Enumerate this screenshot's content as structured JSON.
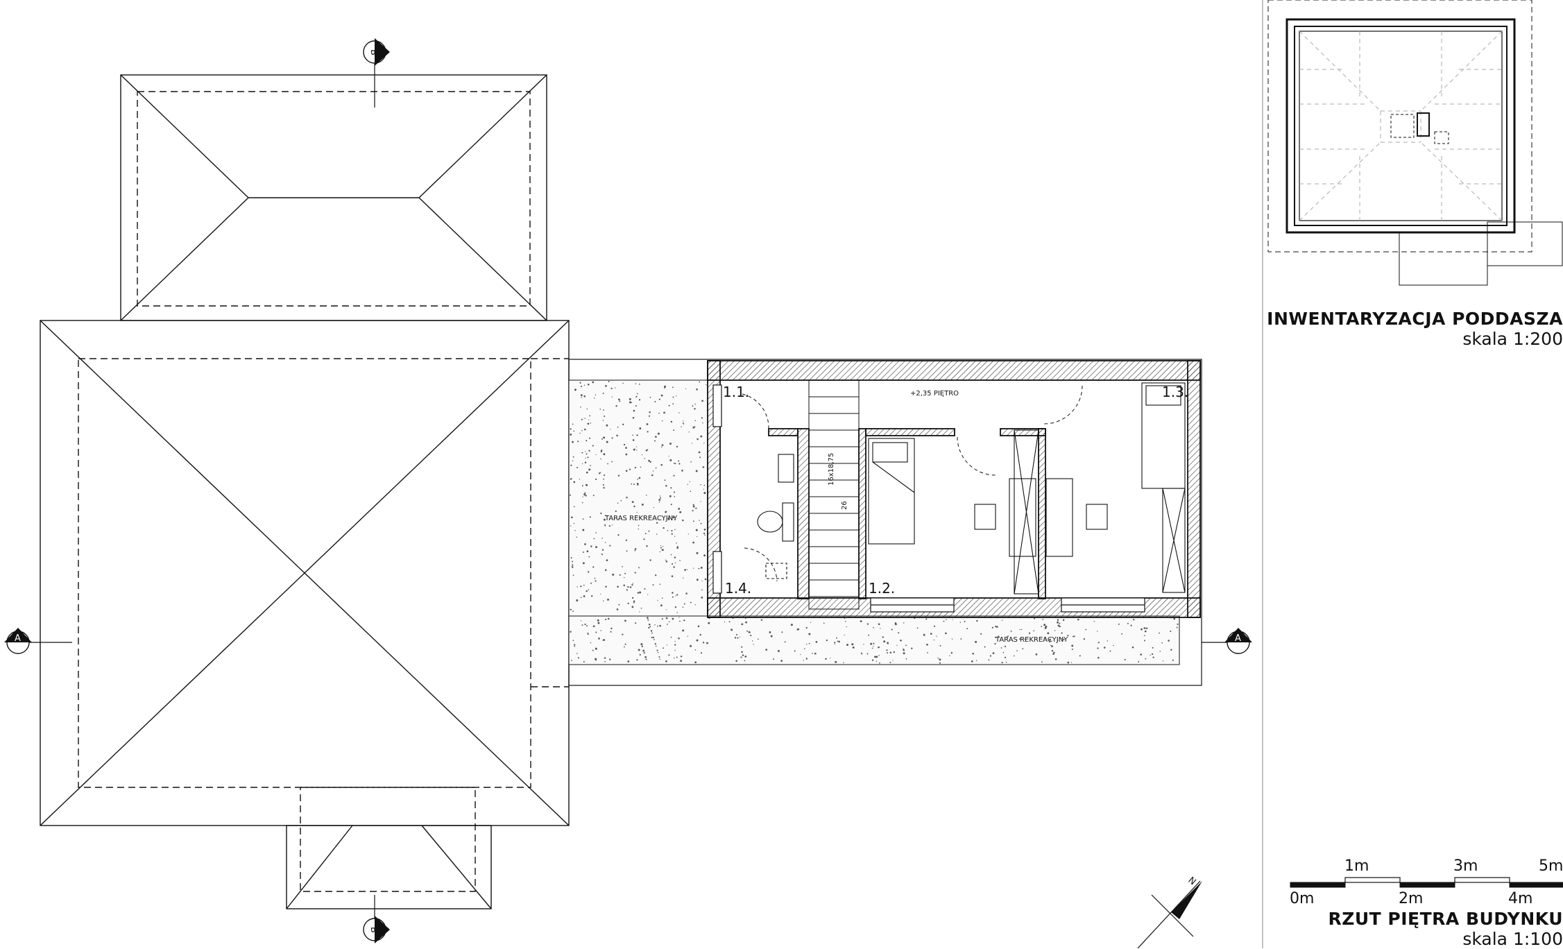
{
  "rooms": {
    "r11": "1.1.",
    "r12": "1.2.",
    "r13": "1.3.",
    "r14": "1.4."
  },
  "level_note": "+2,35 PIĘTRO",
  "stair_note_a": "16x18,75",
  "stair_note_b": "26",
  "terrace_label_1": "TARAS  REKREACYJNY",
  "terrace_label_2": "TARAS  REKREACYJNY",
  "section_markers": {
    "a_left": "A",
    "a_right": "A",
    "b_top": "B",
    "b_bottom": "B"
  },
  "north_label": "N",
  "attic_plan": {
    "title": "INWENTARYZACJA PODDASZA",
    "scale": "skala 1:200"
  },
  "floor_plan": {
    "title": "RZUT PIĘTRA BUDYNKU",
    "scale": "skala 1:100"
  },
  "scale_bar": {
    "top_labels": [
      "1m",
      "3m",
      "5m"
    ],
    "bottom_labels": [
      "0m",
      "2m",
      "4m"
    ]
  },
  "colors": {
    "line": "#111111",
    "hatch": "#333333",
    "terrace_dots": "#555555"
  }
}
